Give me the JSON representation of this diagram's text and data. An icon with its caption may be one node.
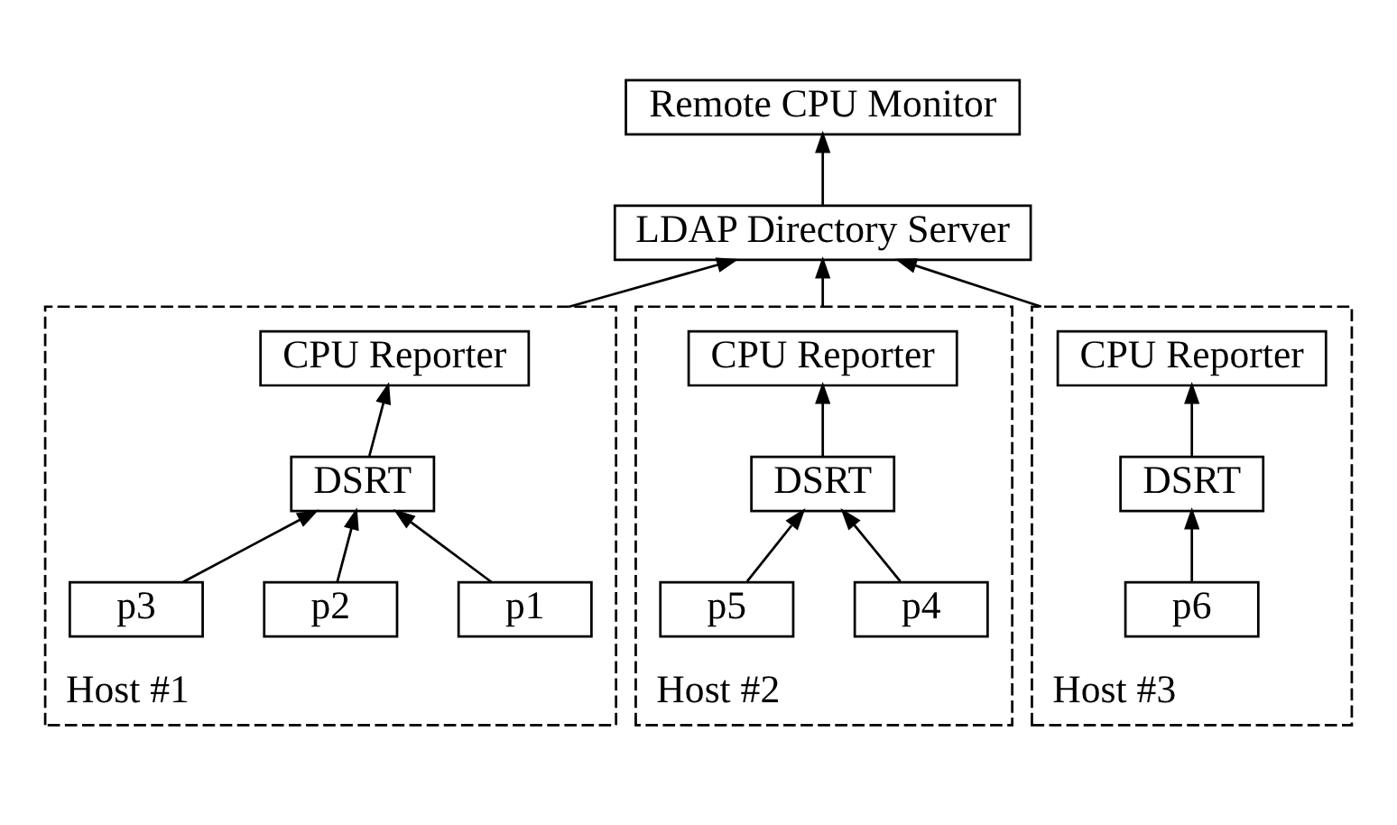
{
  "diagram": {
    "nodes": [
      {
        "text": [
          "Remote CPU Monitor"
        ]
      },
      {
        "text": [
          "LDAP Directory Server"
        ]
      },
      {
        "text": [
          "Host #1"
        ]
      },
      {
        "text": [
          "CPU Reporter"
        ],
        "in": 2
      },
      {
        "text": [
          "DSRT"
        ],
        "in": 2
      },
      {
        "text": [
          "p1"
        ],
        "in": 2
      },
      {
        "text": [
          "p2"
        ],
        "in": 2
      },
      {
        "text": [
          "p3"
        ],
        "in": 2
      },
      {
        "text": [
          "Host #2"
        ]
      },
      {
        "text": [
          "CPU Reporter"
        ],
        "in": 8
      },
      {
        "text": [
          "DSRT"
        ],
        "in": 8
      },
      {
        "text": [
          "p4"
        ],
        "in": 8
      },
      {
        "text": [
          "p5"
        ],
        "in": 8
      },
      {
        "text": [
          "Host #3"
        ]
      },
      {
        "text": [
          "CPU Reporter"
        ],
        "in": 13
      },
      {
        "text": [
          "DSRT"
        ],
        "in": 13
      },
      {
        "text": [
          "p6"
        ],
        "in": 13
      }
    ],
    "edges": [
      {
        "from": 1,
        "to": 0,
        "arrow": "to"
      },
      {
        "from": 2,
        "to": 1,
        "arrow": "to"
      },
      {
        "from": 8,
        "to": 1,
        "arrow": "to"
      },
      {
        "from": 13,
        "to": 1,
        "arrow": "to"
      },
      {
        "from": 4,
        "to": 3,
        "arrow": "to"
      },
      {
        "from": 5,
        "to": 4,
        "arrow": "to"
      },
      {
        "from": 6,
        "to": 4,
        "arrow": "to"
      },
      {
        "from": 7,
        "to": 4,
        "arrow": "to"
      },
      {
        "from": 10,
        "to": 9,
        "arrow": "to"
      },
      {
        "from": 11,
        "to": 10,
        "arrow": "to"
      },
      {
        "from": 12,
        "to": 10,
        "arrow": "to"
      },
      {
        "from": 15,
        "to": 14,
        "arrow": "to"
      },
      {
        "from": 16,
        "to": 15,
        "arrow": "to"
      }
    ]
  }
}
